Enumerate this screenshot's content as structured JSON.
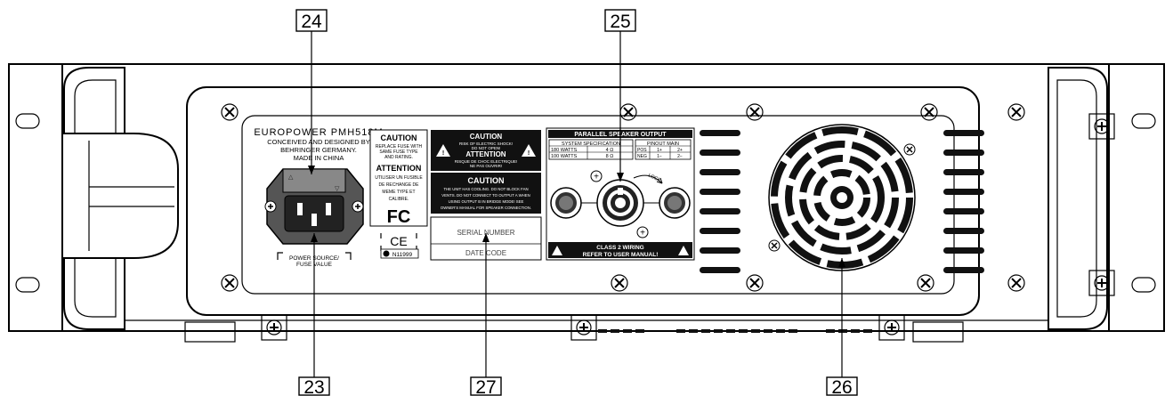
{
  "callouts": {
    "c24": "24",
    "c25": "25",
    "c23": "23",
    "c27": "27",
    "c26": "26"
  },
  "model": {
    "name": "EUROPOWER PMH518M",
    "line2": "CONCEIVED AND DESIGNED BY",
    "line3": "BEHRINGER GERMANY.",
    "line4": "MADE IN CHINA"
  },
  "power": {
    "label_line1": "POWER SOURCE/",
    "label_line2": "FUSE VALUE"
  },
  "fuse_caution": {
    "title": "CAUTION",
    "lines": [
      "REPLACE FUSE WITH",
      "SAME FUSE TYPE",
      "AND RATING."
    ],
    "title2": "ATTENTION",
    "lines2": [
      "UTILISER UN FUSIBLE",
      "DE RECHANGE DE",
      "MEME TYPE ET",
      "CALIBRE."
    ]
  },
  "shock_caution": {
    "title": "CAUTION",
    "line1": "RISK OF ELECTRIC SHOCK!",
    "line2": "DO NOT OPEN!",
    "title2": "ATTENTION",
    "line3": "RISQUE DE CHOC ELECTRIQUE!",
    "line4": "NE PAS OUVRIR!"
  },
  "cooling_caution": {
    "title": "CAUTION",
    "lines": [
      "THE UNIT HAS COOLING. DO NOT BLOCK FAN",
      "VENTS. DO NOT CONNECT TO OUTPUT A WHEN",
      "USING OUTPUT B IN BRIDGE MODE! SEE",
      "OWNER'S MANUAL FOR SPEAKER CONNECTION."
    ]
  },
  "certs": {
    "fc": "FC",
    "ce": "CE",
    "n": "N11999"
  },
  "serial": {
    "serial_label": "SERIAL NUMBER",
    "date_label": "DATE CODE"
  },
  "speaker_output": {
    "title": "PARALLEL SPEAKER OUTPUT",
    "spec_header": "SYSTEM SPECIFICATION",
    "pinout_header": "PINOUT MAIN",
    "rows": [
      {
        "watts": "180 WATTS",
        "ohms": "4 Ω"
      },
      {
        "watts": "100 WATTS",
        "ohms": "8 Ω"
      }
    ],
    "pin_rows": [
      {
        "label": "POS",
        "a": "1+",
        "b": "2+"
      },
      {
        "label": "NEG",
        "a": "1−",
        "b": "2−"
      }
    ],
    "lock": "LOCK",
    "plus": "+",
    "class2_line1": "CLASS 2 WIRING",
    "class2_line2": "REFER TO USER MANUAL!"
  }
}
